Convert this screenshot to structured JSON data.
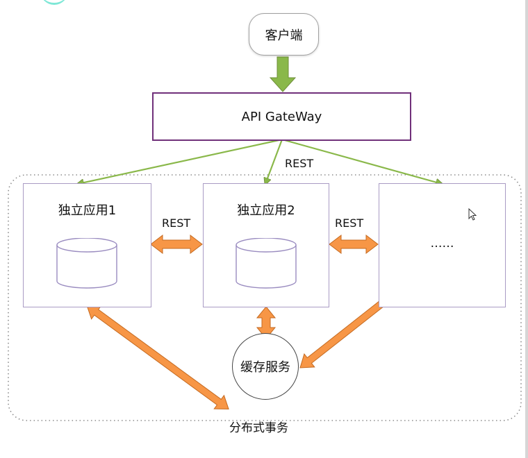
{
  "client": {
    "label": "客户端"
  },
  "gateway": {
    "label": "API GateWay"
  },
  "apps": [
    {
      "title": "独立应用1"
    },
    {
      "title": "独立应用2"
    },
    {
      "title": "……"
    }
  ],
  "cache": {
    "label": "缓存服务"
  },
  "labels": {
    "rest_gateway": "REST",
    "rest_left": "REST",
    "rest_right": "REST",
    "distributed": "分布式事务"
  },
  "colors": {
    "gateway_border": "#70307a",
    "green_arrow": "#8ab84a",
    "orange_arrow": "#f79646",
    "app_border": "#a99bc4",
    "cylinder_stroke": "#9a8cc0",
    "dotted_region": "#8c8c8c"
  },
  "icons": {
    "database": "cylinder",
    "cursor": "mouse-pointer-icon"
  }
}
